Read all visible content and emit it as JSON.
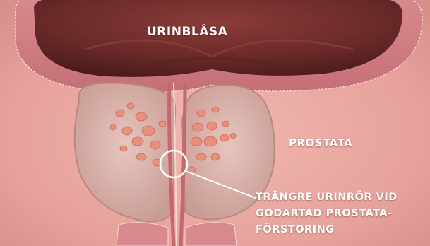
{
  "labels": {
    "bladder": "URINBLÅSA",
    "prostate": "PROSTATA",
    "callout_lines": [
      "TRÄNGRE URINRÖR VID",
      "GODARTAD PROSTATA-",
      "FÖRSTORING"
    ]
  },
  "colors": {
    "background_tissue": "#e9a7a0",
    "bladder_interior": "#6a2a29",
    "bladder_wall": "#cf7c82",
    "prostate_lobe": "#d8b4ac",
    "gland_nodule": "#e88f7d",
    "label_text": "#ffffff"
  }
}
